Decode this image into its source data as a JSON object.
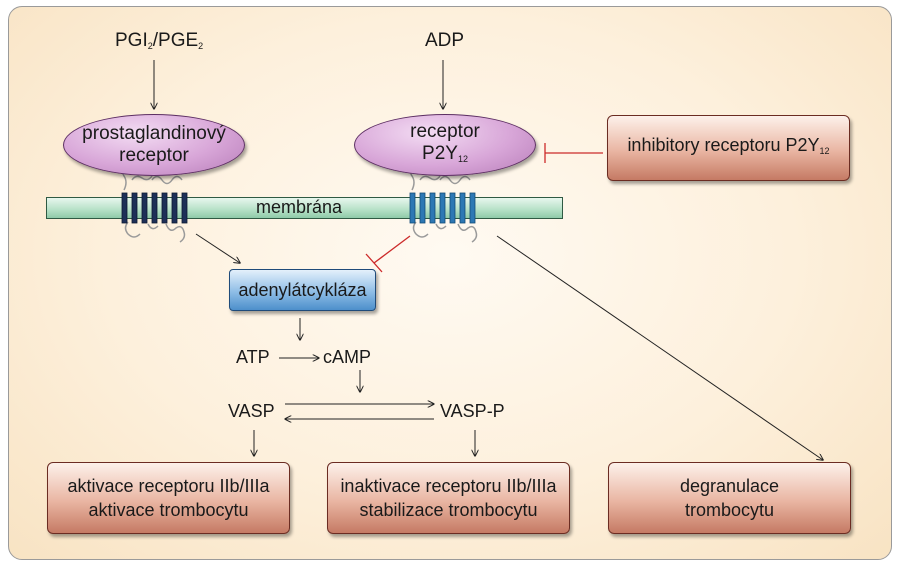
{
  "ligands": {
    "pgi_main1": "PGI",
    "pgi_sub1": "2",
    "pgi_main2": "/PGE",
    "pgi_sub2": "2",
    "adp": "ADP"
  },
  "receptors": {
    "prostaglandin_line1": "prostaglandinový",
    "prostaglandin_line2": "receptor",
    "p2y12_line1": "receptor",
    "p2y12_main": "P2Y",
    "p2y12_sub": "12"
  },
  "inhibitor": {
    "main": "inhibitory receptoru P2Y",
    "sub": "12"
  },
  "membrane_label": "membrána",
  "enzyme_label": "adenylátcykláza",
  "molecules": {
    "atp": "ATP",
    "camp": "cAMP",
    "vasp": "VASP",
    "vasp_p": "VASP-P"
  },
  "outcomes": {
    "left_line1": "aktivace receptoru IIb/IIIa",
    "left_line2": "aktivace trombocytu",
    "middle_line1": "inaktivace receptoru IIb/IIIa",
    "middle_line2": "stabilizace trombocytu",
    "right_line1": "degranulace",
    "right_line2": "trombocytu"
  },
  "colors": {
    "receptor_fill": "#d8a6d8",
    "outcome_fill": "#e9b5a2",
    "enzyme_fill": "#8ebde6",
    "membrane_fill": "#b5e0c6",
    "inhibition_line": "#cc2a2a",
    "background": "#fdf0dc"
  }
}
